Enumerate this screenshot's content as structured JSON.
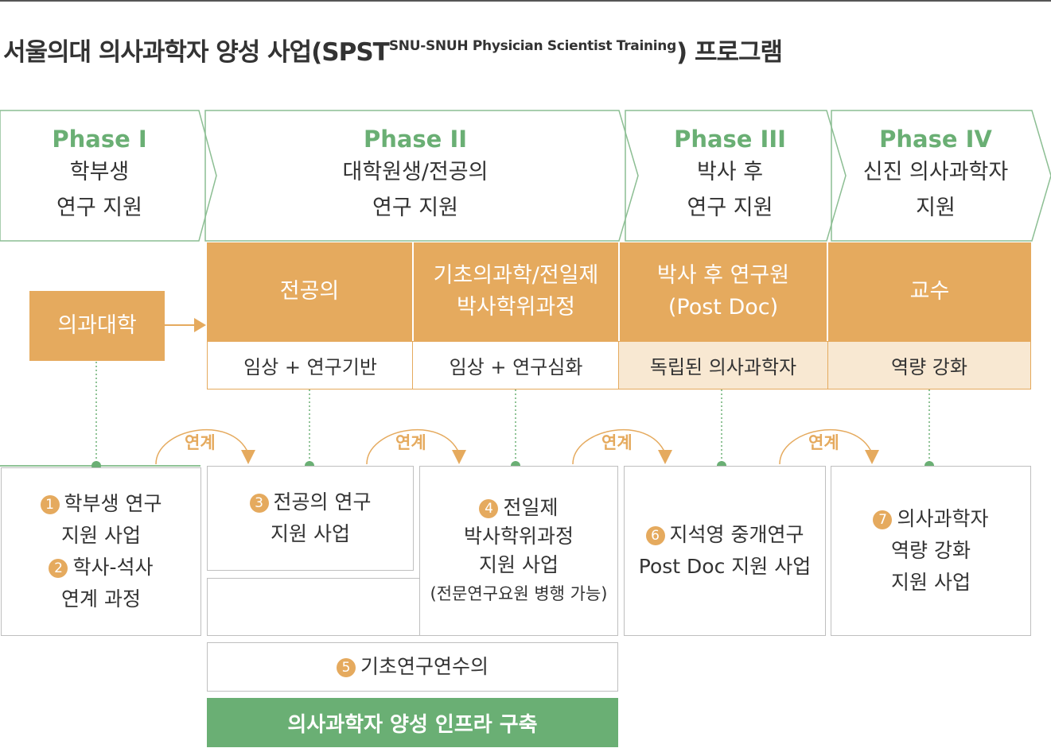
{
  "title": {
    "main": "서울의대 의사과학자 양성 사업(SPST",
    "sup": "SNU-SNUH Physician Scientist Training",
    "tail": ") 프로그램"
  },
  "phases": [
    {
      "name": "Phase I",
      "line1": "학부생",
      "line2": "연구 지원"
    },
    {
      "name": "Phase II",
      "line1": "대학원생/전공의",
      "line2": "연구 지원"
    },
    {
      "name": "Phase III",
      "line1": "박사 후",
      "line2": "연구 지원"
    },
    {
      "name": "Phase IV",
      "line1": "신진 의사과학자",
      "line2": "지원"
    }
  ],
  "med_school": "의과대학",
  "tracks": [
    {
      "line1": "전공의",
      "line2": "",
      "sub": "임상 + 연구기반"
    },
    {
      "line1": "기초의과학/전일제",
      "line2": "박사학위과정",
      "sub": "임상 + 연구심화"
    },
    {
      "line1": "박사 후 연구원",
      "line2": "(Post Doc)",
      "sub": "독립된 의사과학자"
    },
    {
      "line1": "교수",
      "line2": "",
      "sub": "역량 강화"
    }
  ],
  "link_label": "연계",
  "programs": {
    "p1": {
      "num": "1",
      "line1": "학부생 연구",
      "line2": "지원 사업"
    },
    "p2": {
      "num": "2",
      "line1": "학사-석사",
      "line2": "연계 과정"
    },
    "p3": {
      "num": "3",
      "line1": "전공의 연구",
      "line2": "지원 사업"
    },
    "p4": {
      "num": "4",
      "line1": "전일제",
      "line2": "박사학위과정",
      "line3": "지원 사업",
      "line4": "(전문연구요원 병행 가능)"
    },
    "p5": {
      "num": "5",
      "line1": "기초연구연수의"
    },
    "p6": {
      "num": "6",
      "line1": "지석영 중개연구",
      "line2": "Post Doc 지원 사업"
    },
    "p7": {
      "num": "7",
      "line1": "의사과학자",
      "line2": "역량 강화",
      "line3": "지원 사업"
    }
  },
  "infra": "의사과학자 양성 인프라 구축",
  "colors": {
    "orange": "#e5aa5e",
    "light_orange": "#f8e8d2",
    "green": "#6aaf74",
    "phase_green": "#6aaf74",
    "gray_border": "#bfbfbf"
  }
}
